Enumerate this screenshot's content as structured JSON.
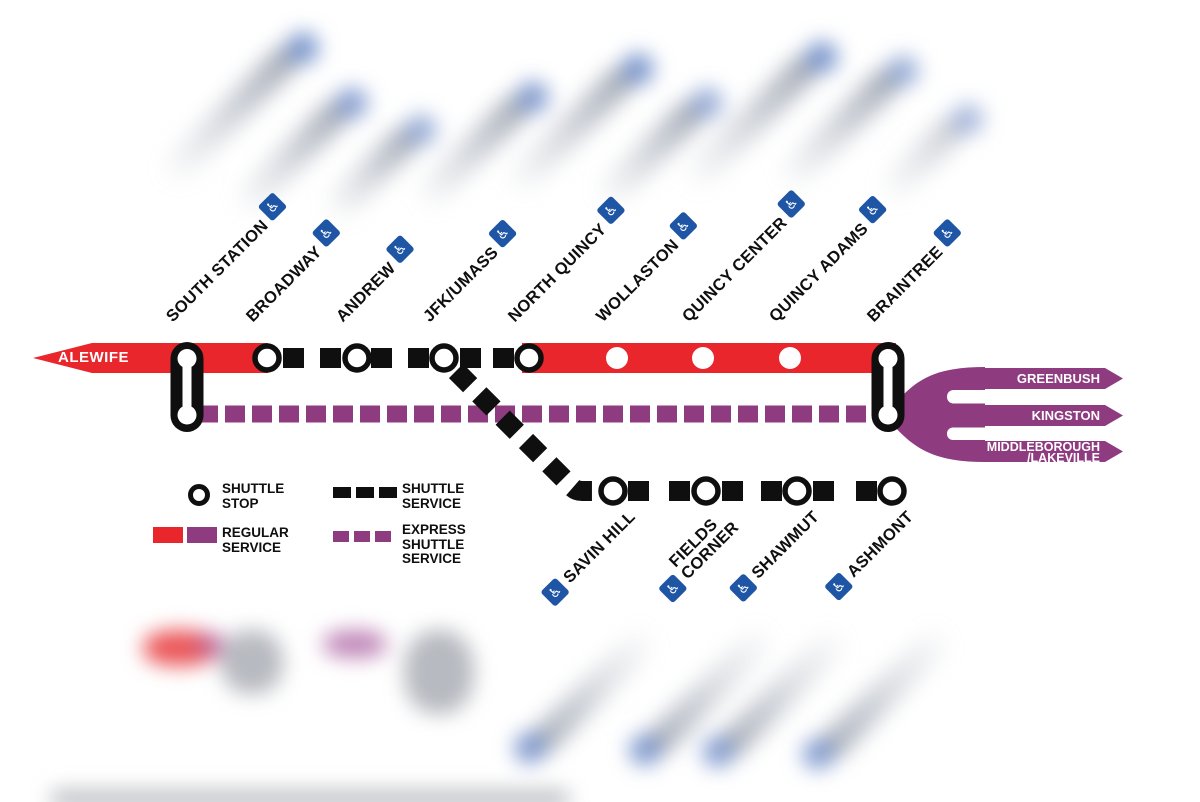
{
  "colors": {
    "red": "#E8262C",
    "purple": "#8E3B80",
    "blue": "#1E55A5",
    "black": "#0F0F0F"
  },
  "icons": {
    "accessible": "♿"
  },
  "map": {
    "west_terminal": "ALEWIFE",
    "stations_main": [
      {
        "name": "SOUTH STATION",
        "marker": "transfer",
        "accessible": true
      },
      {
        "name": "BROADWAY",
        "marker": "shuttle-stop",
        "accessible": true
      },
      {
        "name": "ANDREW",
        "marker": "shuttle-stop",
        "accessible": true
      },
      {
        "name": "JFK/UMASS",
        "marker": "shuttle-stop",
        "accessible": true
      },
      {
        "name": "NORTH QUINCY",
        "marker": "shuttle-stop",
        "accessible": true
      },
      {
        "name": "WOLLASTON",
        "marker": "regular",
        "accessible": true
      },
      {
        "name": "QUINCY CENTER",
        "marker": "regular",
        "accessible": true
      },
      {
        "name": "QUINCY ADAMS",
        "marker": "regular",
        "accessible": true
      },
      {
        "name": "BRAINTREE",
        "marker": "transfer",
        "accessible": true
      }
    ],
    "stations_branch": [
      {
        "name": "SAVIN HILL",
        "marker": "shuttle-stop",
        "accessible": true
      },
      {
        "name": "FIELDS\nCORNER",
        "marker": "shuttle-stop",
        "accessible": true
      },
      {
        "name": "SHAWMUT",
        "marker": "shuttle-stop",
        "accessible": true
      },
      {
        "name": "ASHMONT",
        "marker": "shuttle-stop",
        "accessible": true
      }
    ],
    "east_destinations": [
      "GREENBUSH",
      "KINGSTON",
      "MIDDLEBOROUGH\n/LAKEVILLE"
    ]
  },
  "legend": {
    "shuttle_stop": "SHUTTLE\nSTOP",
    "shuttle_service": "SHUTTLE\nSERVICE",
    "regular_service": "REGULAR\nSERVICE",
    "express_shuttle_service": "EXPRESS\nSHUTTLE\nSERVICE"
  }
}
